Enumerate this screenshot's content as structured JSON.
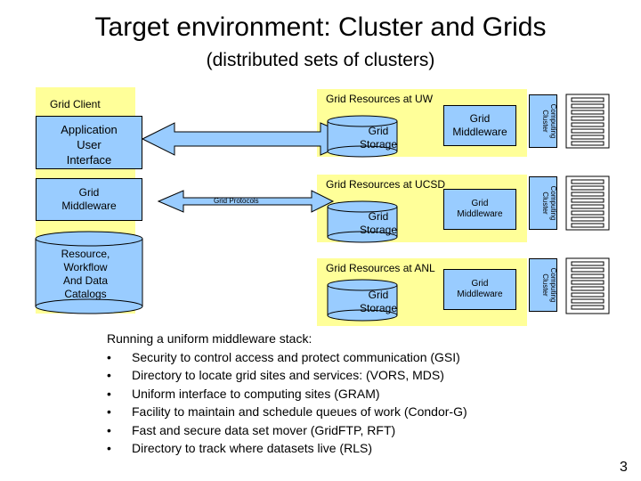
{
  "title": "Target environment: Cluster and Grids",
  "subtitle": "(distributed sets of clusters)",
  "client": {
    "title": "Grid Client",
    "app_ui": [
      "Application",
      "User",
      "Interface"
    ],
    "middleware": [
      "Grid",
      "Middleware"
    ],
    "resource": [
      "Resource,",
      "Workflow",
      "And Data",
      "Catalogs"
    ]
  },
  "protocols_label": "Grid Protocols",
  "sites": [
    {
      "title": "Grid Resources at UW",
      "storage": [
        "Grid",
        "Storage"
      ],
      "middleware": [
        "Grid",
        "Middleware"
      ],
      "cluster": [
        "Computing",
        "Cluster"
      ]
    },
    {
      "title": "Grid Resources at UCSD",
      "storage": [
        "Grid",
        "Storage"
      ],
      "middleware": [
        "Grid",
        "Middleware"
      ],
      "cluster": [
        "Computing",
        "Cluster"
      ]
    },
    {
      "title": "Grid Resources at ANL",
      "storage": [
        "Grid",
        "Storage"
      ],
      "middleware": [
        "Grid",
        "Middleware"
      ],
      "cluster": [
        "Computing",
        "Cluster"
      ]
    }
  ],
  "bullets_intro": "Running a uniform middleware stack:",
  "bullets": [
    "Security to control access and protect communication (GSI)",
    "Directory to locate grid sites and services: (VORS, MDS)",
    "Uniform interface to computing sites (GRAM)",
    "Facility to maintain and schedule queues of work (Condor-G)",
    "Fast and secure data set mover (GridFTP, RFT)",
    "Directory to track where datasets live (RLS)"
  ],
  "bullet_symbol": "•",
  "page_number": "3",
  "colors": {
    "panel": "#ffff99",
    "box": "#99ccff"
  }
}
